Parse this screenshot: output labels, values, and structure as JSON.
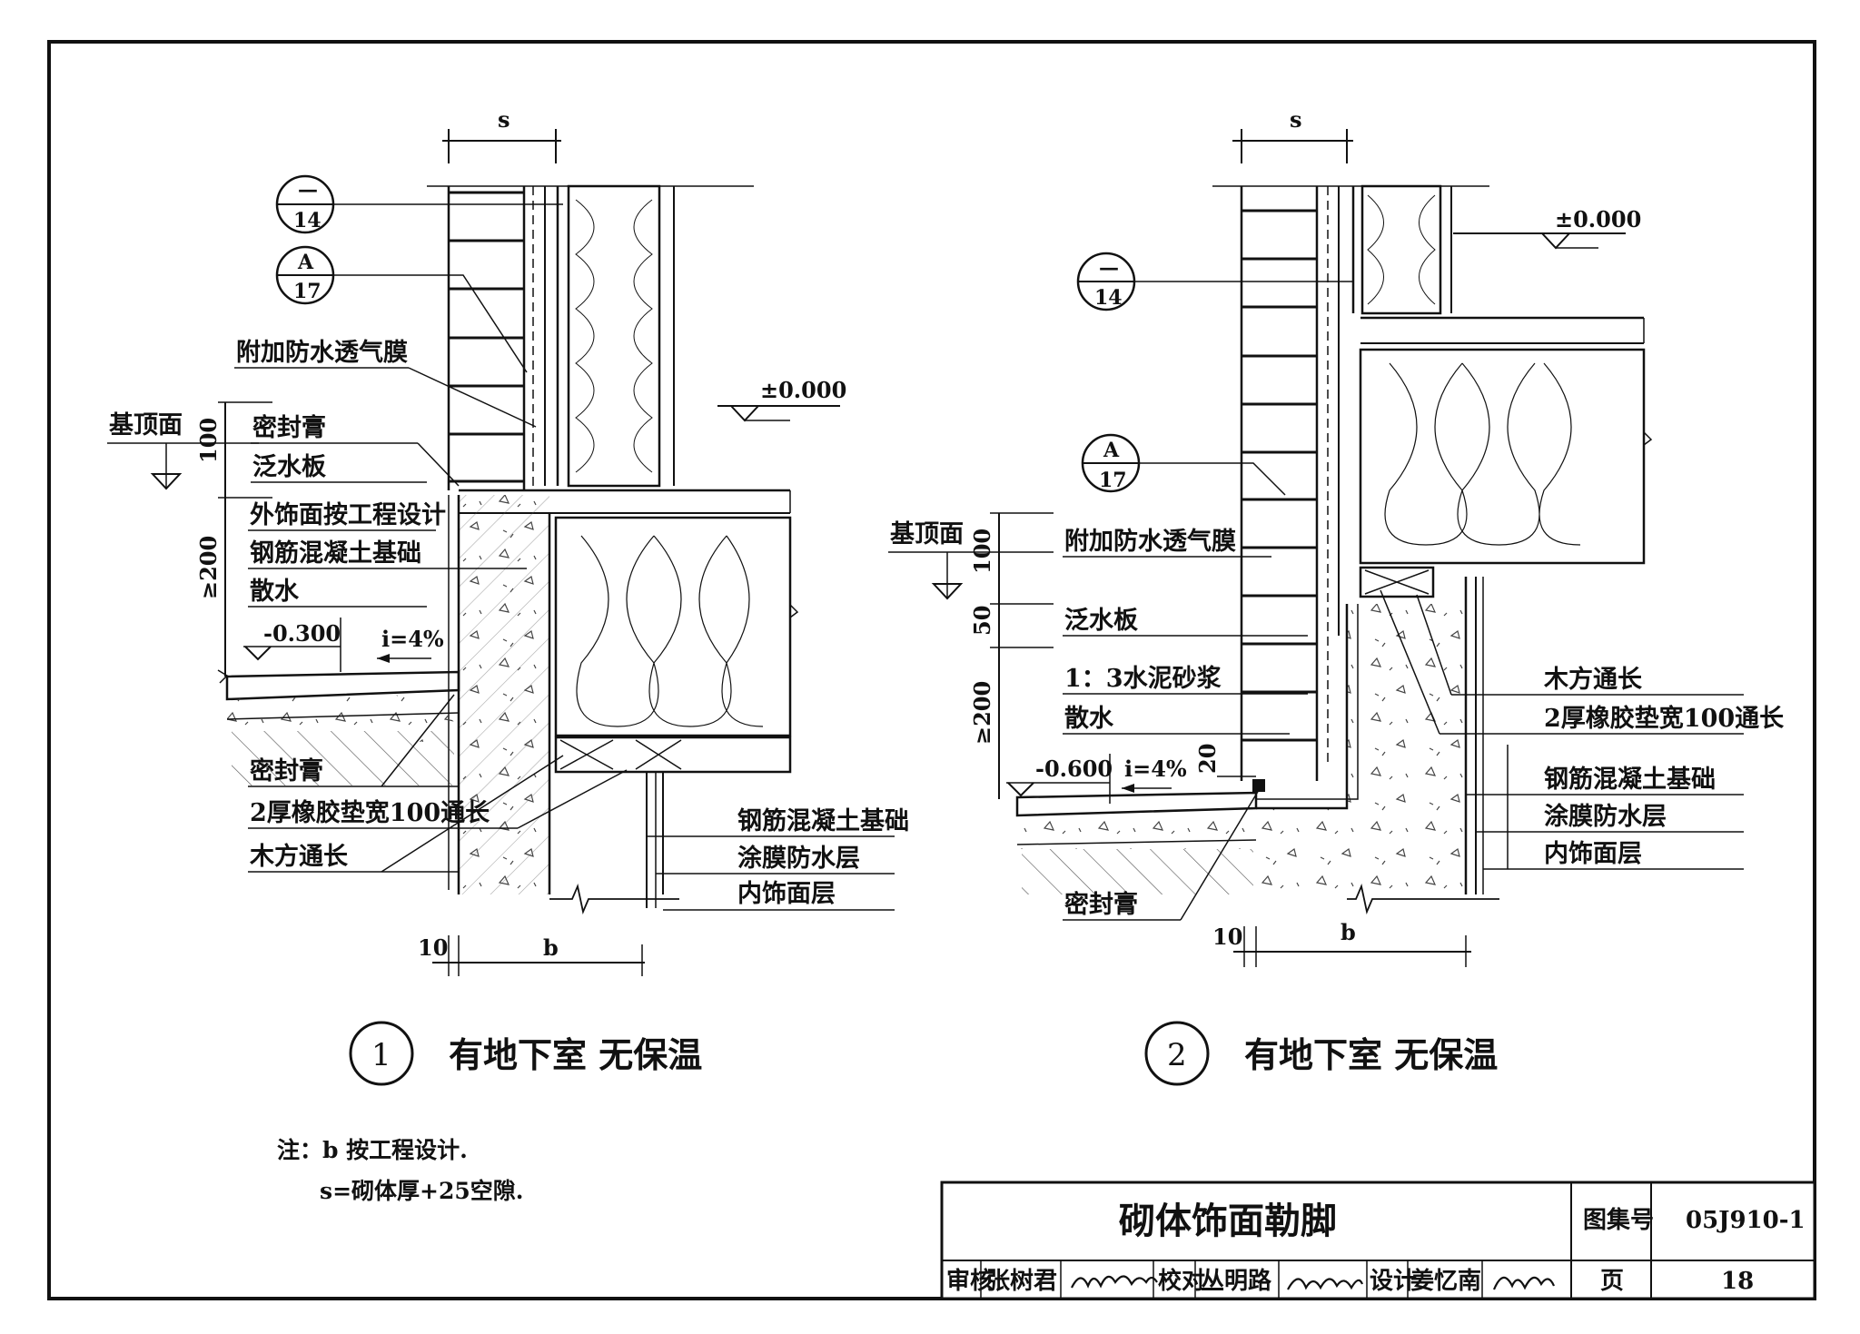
{
  "detail1": {
    "number": "1",
    "caption": "有地下室 无保温",
    "dim_s": "s",
    "dim_b": "b",
    "dim_10": "10",
    "dim_100": "100",
    "dim_200": "≥200",
    "ref_a": {
      "top": "—",
      "bottom": "14"
    },
    "ref_b": {
      "top": "A",
      "bottom": "17"
    },
    "elev_top": "±0.000",
    "elev_ground": "-0.300",
    "slope": "i=4%",
    "base_top": "基顶面",
    "labels": {
      "membrane": "附加防水透气膜",
      "sealant": "密封膏",
      "flashing": "泛水板",
      "finish": "外饰面按工程设计",
      "foundation": "钢筋混凝土基础",
      "apron": "散水",
      "sealant2": "密封膏",
      "rubber": "2厚橡胶垫宽100通长",
      "timber": "木方通长",
      "foundation_r": "钢筋混凝土基础",
      "coating": "涂膜防水层",
      "inner": "内饰面层"
    }
  },
  "detail2": {
    "number": "2",
    "caption": "有地下室 无保温",
    "dim_s": "s",
    "dim_b": "b",
    "dim_10": "10",
    "dim_100": "100",
    "dim_50": "50",
    "dim_200": "≥200",
    "dim_20": "20",
    "ref_a": {
      "top": "—",
      "bottom": "14"
    },
    "ref_b": {
      "top": "A",
      "bottom": "17"
    },
    "elev_top": "±0.000",
    "elev_ground": "-0.600",
    "slope": "i=4%",
    "base_top": "基顶面",
    "labels": {
      "membrane": "附加防水透气膜",
      "flashing": "泛水板",
      "mortar": "1：3水泥砂浆",
      "apron": "散水",
      "sealant": "密封膏",
      "timber": "木方通长",
      "rubber": "2厚橡胶垫宽100通长",
      "foundation": "钢筋混凝土基础",
      "coating": "涂膜防水层",
      "inner": "内饰面层"
    }
  },
  "notes": {
    "line1": "注：b 按工程设计.",
    "line2": "s=砌体厚+25空隙."
  },
  "title_block": {
    "title": "砌体饰面勒脚",
    "atlas_label": "图集号",
    "atlas_no": "05J910-1",
    "review_label": "审核",
    "reviewer": "张树君",
    "check_label": "校对",
    "checker": "丛明路",
    "design_label": "设计",
    "designer": "姜忆南",
    "page_label": "页",
    "page_no": "18"
  }
}
